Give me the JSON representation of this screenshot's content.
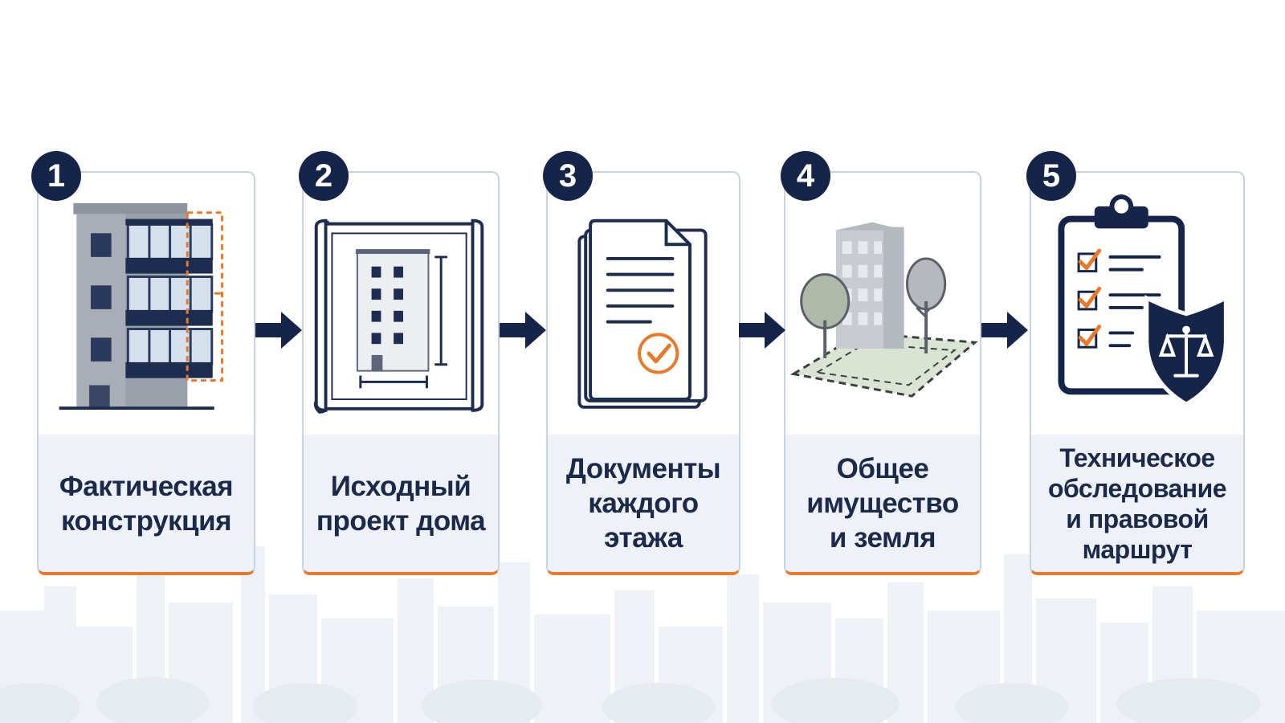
{
  "steps": [
    {
      "number": "1",
      "label": "Фактическая\nконструкция",
      "icon": "building-balconies-icon"
    },
    {
      "number": "2",
      "label": "Исходный\nпроект дома",
      "icon": "blueprint-icon"
    },
    {
      "number": "3",
      "label": "Документы\nкаждого\nэтажа",
      "icon": "documents-check-icon"
    },
    {
      "number": "4",
      "label": "Общее\nимущество\nи земля",
      "icon": "land-plot-icon"
    },
    {
      "number": "5",
      "label": "Техническое\nобследование\nи правовой\nмаршрут",
      "icon": "clipboard-law-icon"
    }
  ],
  "colors": {
    "navy": "#15254a",
    "accent_orange": "#e9792b",
    "label_band": "#eef2f8",
    "card_border": "#c9d3e0"
  }
}
